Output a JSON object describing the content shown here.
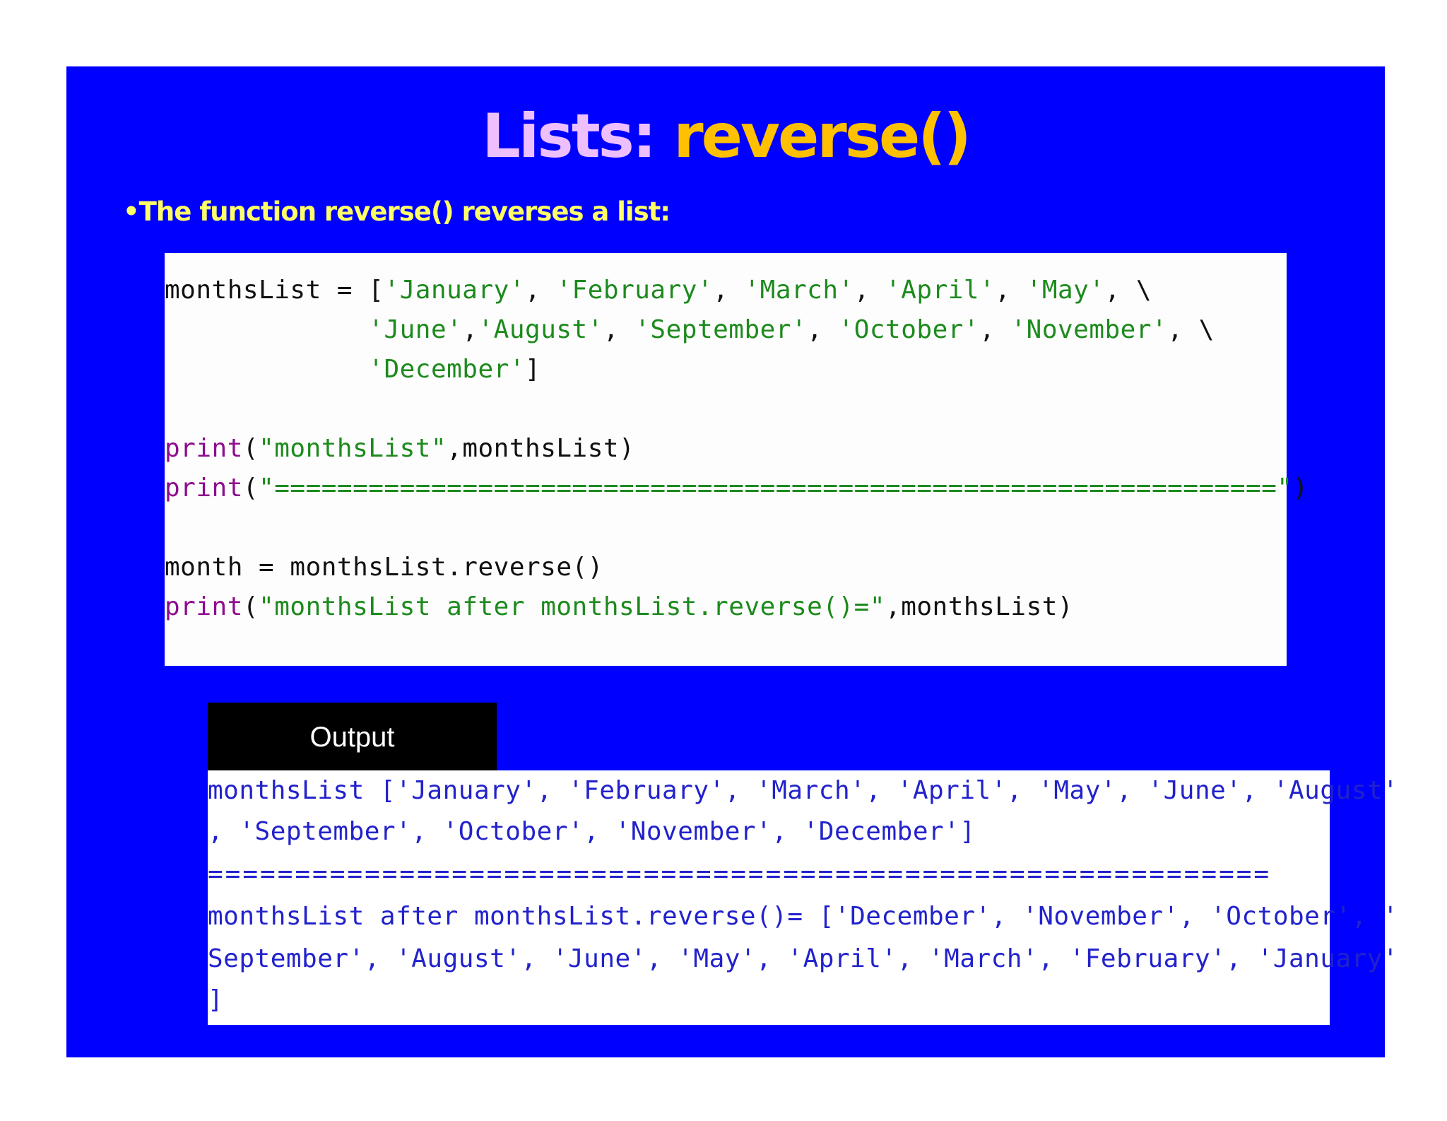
{
  "title": {
    "part1": "Lists: ",
    "part2": "reverse()"
  },
  "bullet": "•The function reverse() reverses a list:",
  "code": {
    "line1": "monthsList = ['January', 'February', 'March', 'April', 'May', \\",
    "line2": "             'June','August', 'September', 'October', 'November', \\",
    "line3": "             'December']",
    "line4_kw": "print",
    "line4_rest": "(\"monthsList\",monthsList)",
    "line5_kw": "print",
    "line5_rest": "(\"================================================================\")",
    "line6": "month = monthsList.reverse()",
    "line7_kw": "print",
    "line7_rest": "(\"monthsList after monthsList.reverse()=\",monthsList)"
  },
  "output": {
    "label": "Output",
    "line1": "monthsList ['January', 'February', 'March', 'April', 'May', 'June', 'August'",
    "line2": ", 'September', 'October', 'November', 'December']",
    "line3": "=============================================================",
    "line4": "monthsList after monthsList.reverse()= ['December', 'November', 'October', '",
    "line5": "September', 'August', 'June', 'May', 'April', 'March', 'February', 'January'",
    "line6": "]"
  },
  "colors": {
    "slide_bg": "#0000ff",
    "title_part1": "#eebfff",
    "title_part2": "#ffc000",
    "bullet": "#ffff66",
    "keyword": "#8e0b8e",
    "string": "#1d8a1d",
    "output_text": "#2222cc"
  }
}
